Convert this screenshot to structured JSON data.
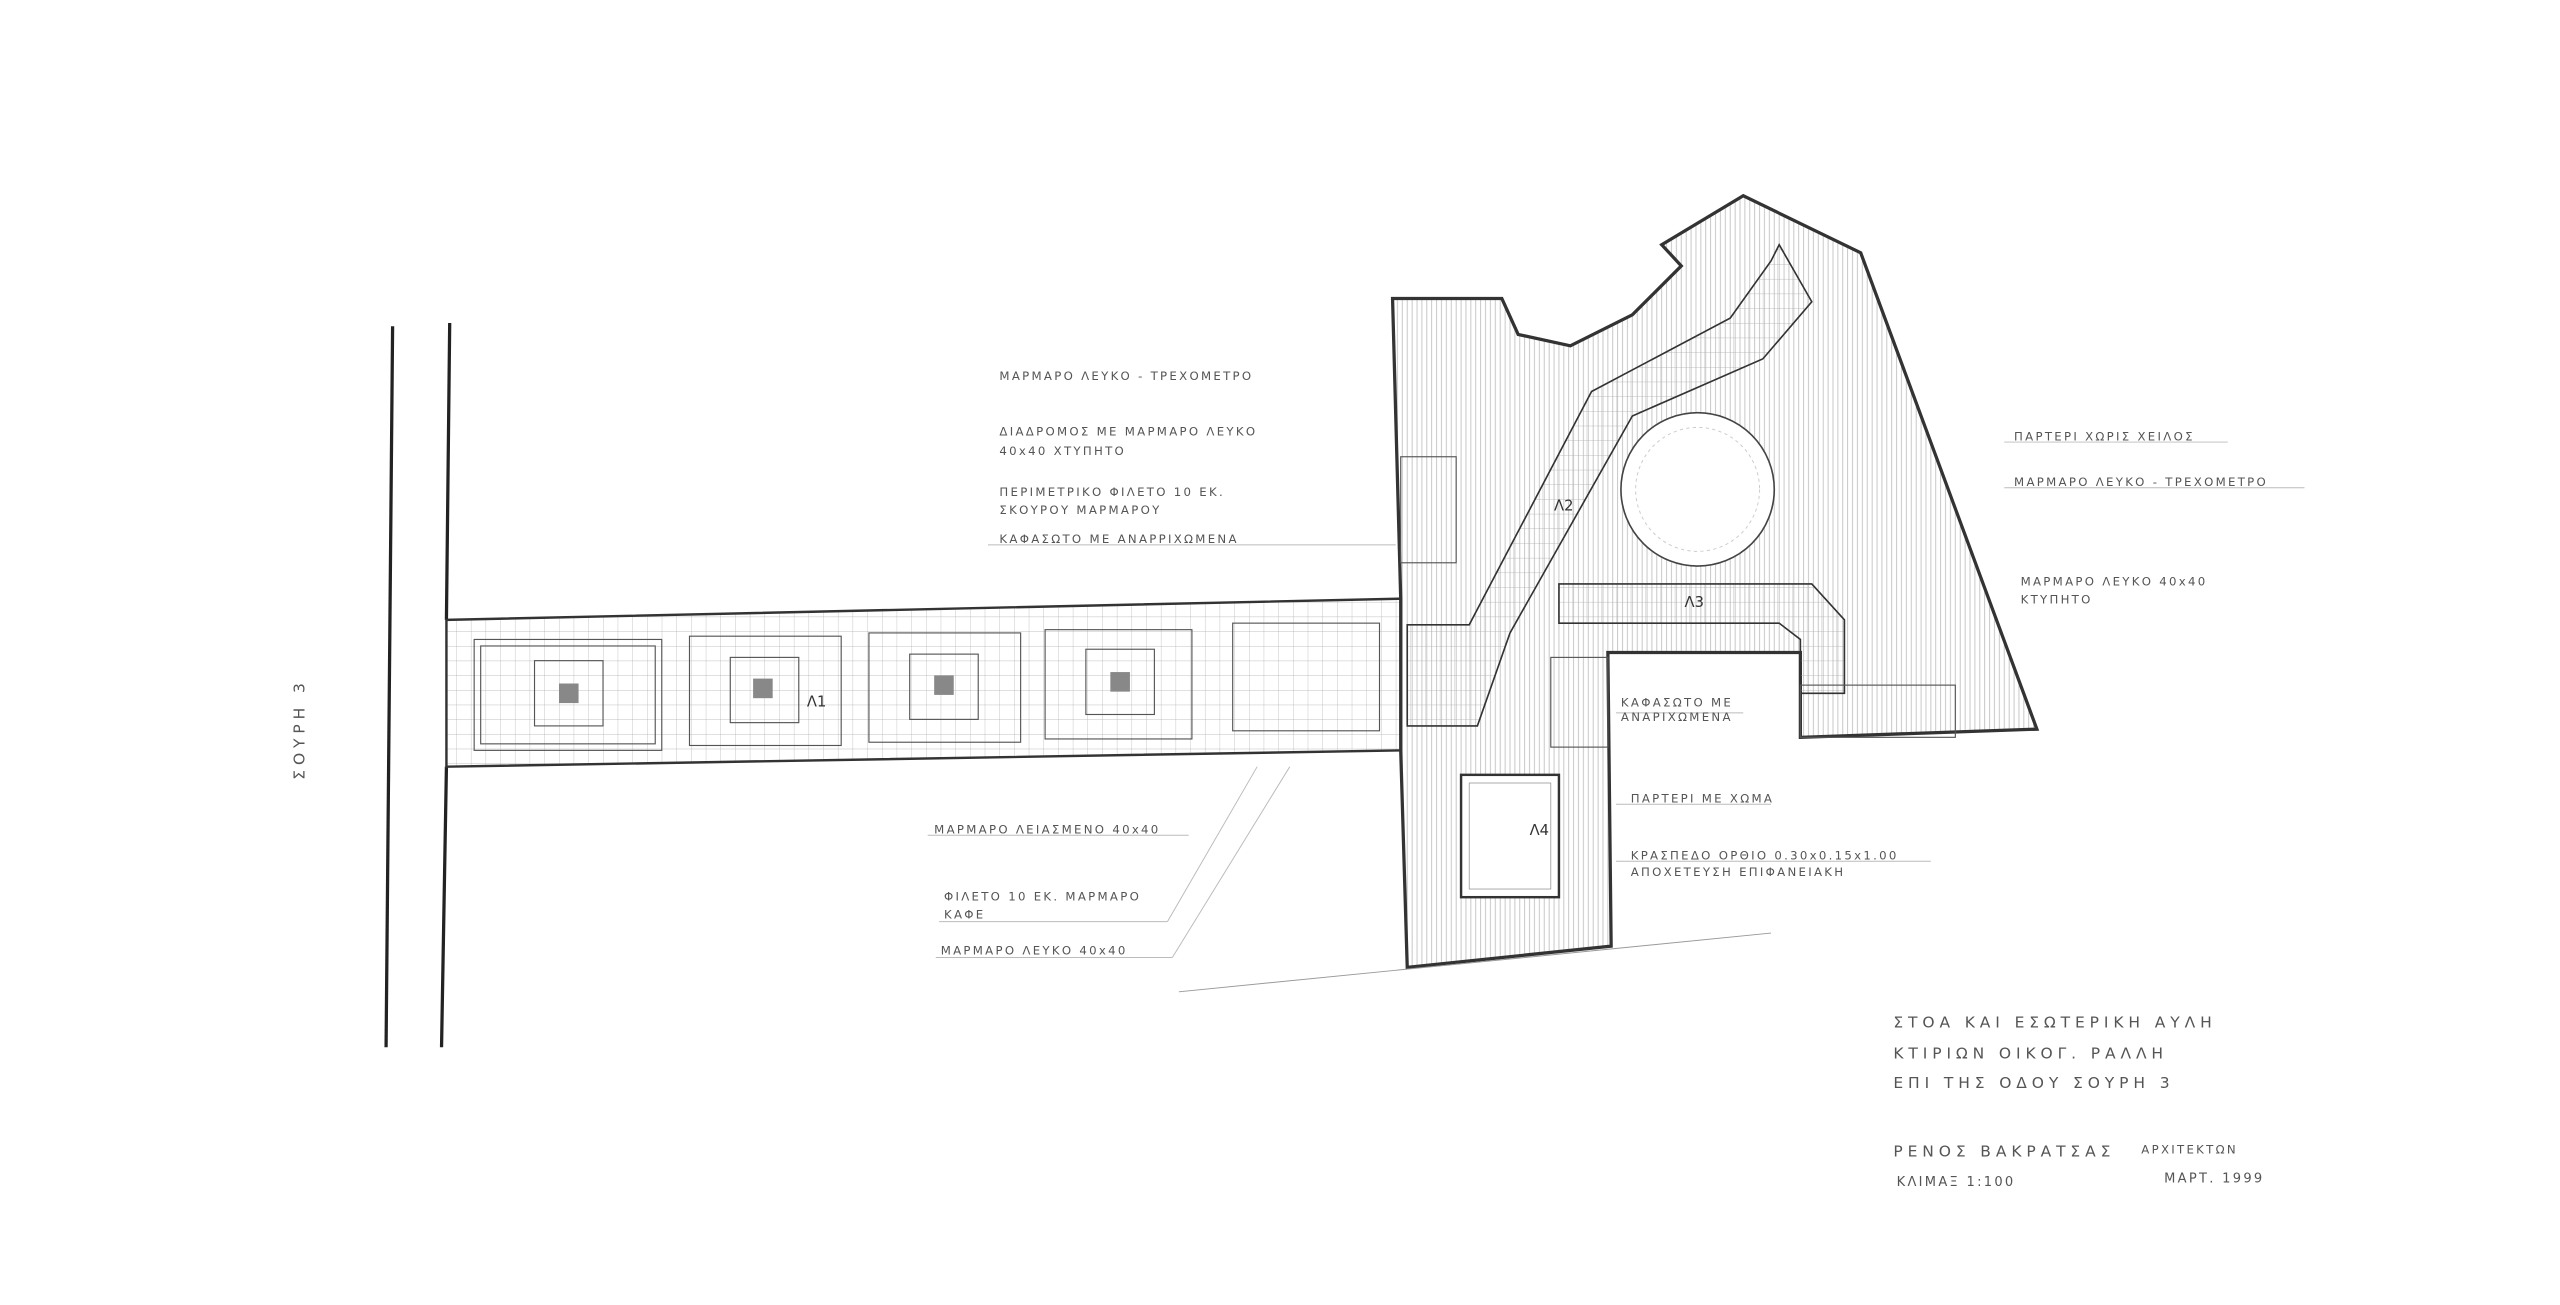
{
  "street_label": "ΣΟΥΡΗ 3",
  "zone_tags": {
    "l1": "Λ1",
    "l2": "Λ2",
    "l3": "Λ3",
    "l4": "Λ4"
  },
  "notes_top_left": [
    {
      "line1": "ΜΑΡΜΑΡΟ ΛΕΥΚΟ - ΤΡΕΧΟΜΕΤΡΟ",
      "line2": ""
    },
    {
      "line1": "ΔΙΑΔΡΟΜΟΣ ΜΕ ΜΑΡΜΑΡΟ ΛΕΥΚΟ",
      "line2": "40x40 ΧΤΥΠΗΤΟ"
    },
    {
      "line1": "ΠΕΡΙΜΕΤΡΙΚΟ ΦΙΛΕΤΟ 10 ΕΚ.",
      "line2": "ΣΚΟΥΡΟΥ ΜΑΡΜΑΡΟΥ"
    },
    {
      "line1": "ΚΑΦΑΣΩΤΟ ΜΕ ΑΝΑΡΡΙΧΩΜΕΝΑ",
      "line2": ""
    }
  ],
  "notes_bottom_left": [
    {
      "line1": "ΜΑΡΜΑΡΟ ΛΕΙΑΣΜΕΝΟ 40x40",
      "line2": ""
    },
    {
      "line1": "ΦΙΛΕΤΟ 10 ΕΚ. ΜΑΡΜΑΡΟ",
      "line2": "ΚΑΦΕ"
    },
    {
      "line1": "ΜΑΡΜΑΡΟ ΛΕΥΚΟ 40x40",
      "line2": ""
    }
  ],
  "notes_right": [
    {
      "line1": "ΠΑΡΤΕΡΙ ΧΩΡΙΣ ΧΕΙΛΟΣ",
      "line2": ""
    },
    {
      "line1": "ΜΑΡΜΑΡΟ ΛΕΥΚΟ - ΤΡΕΧΟΜΕΤΡΟ",
      "line2": ""
    },
    {
      "line1": "ΜΑΡΜΑΡΟ ΛΕΥΚΟ 40x40",
      "line2": "ΚΤΥΠΗΤΟ"
    }
  ],
  "notes_center": [
    {
      "line1": "ΚΑΦΑΣΩΤΟ ΜΕ",
      "line2": "ΑΝΑΡΙΧΩΜΕΝΑ"
    },
    {
      "line1": "ΠΑΡΤΕΡΙ ΜΕ ΧΩΜΑ",
      "line2": ""
    },
    {
      "line1": "ΚΡΑΣΠΕΔΟ ΟΡΘΙΟ 0.30x0.15x1.00",
      "line2": "ΑΠΟΧΕΤΕΥΣΗ ΕΠΙΦΑΝΕΙΑΚΗ"
    }
  ],
  "title_block": {
    "line1": "ΣΤΟΑ ΚΑΙ ΕΣΩΤΕΡΙΚΗ ΑΥΛΗ",
    "line2": "ΚΤΙΡΙΩΝ ΟΙΚΟΓ. ΡΑΛΛΗ",
    "line3": "ΕΠΙ ΤΗΣ ΟΔΟΥ ΣΟΥΡΗ 3",
    "architect": "ΡΕΝΟΣ ΒΑΚΡΑΤΣΑΣ",
    "architect_role": "ΑΡΧΙΤΕΚΤΩΝ",
    "scale": "ΚΛΙΜΑΞ 1:100",
    "date": "ΜΑΡΤ. 1999"
  }
}
